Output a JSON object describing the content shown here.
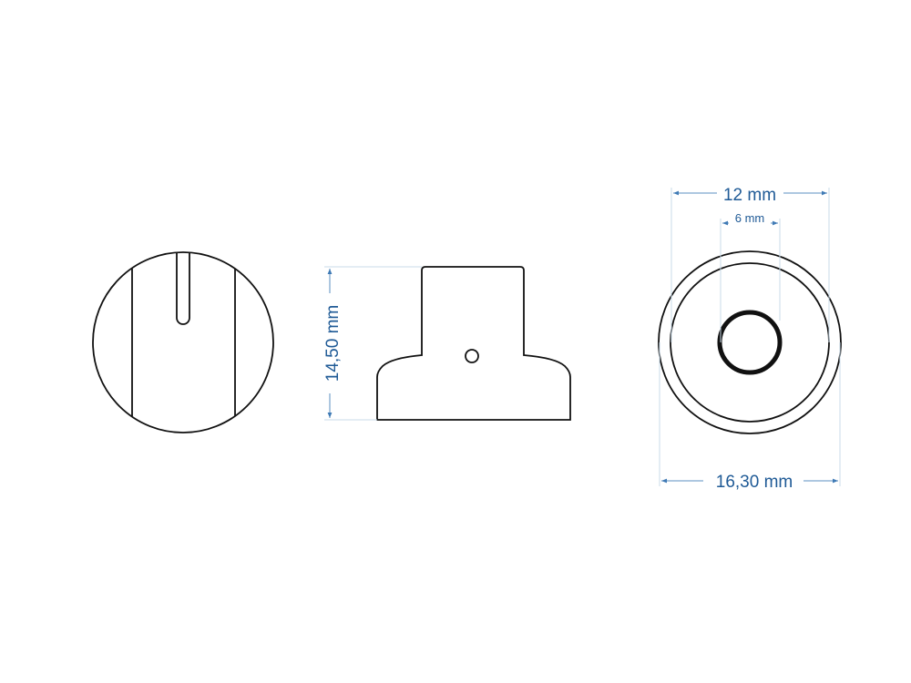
{
  "dimensions": {
    "height": "14,50 mm",
    "outer_diameter": "16,30 mm",
    "top_diameter": "12 mm",
    "shaft_hole": "6 mm"
  },
  "colors": {
    "outline": "#111111",
    "dimension": "#1f5a96",
    "extension": "#c9dbe9"
  }
}
